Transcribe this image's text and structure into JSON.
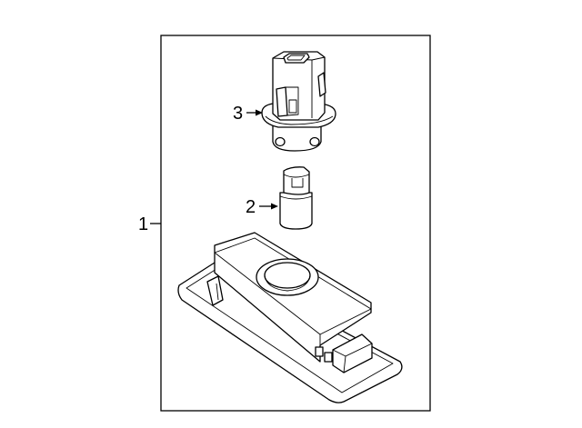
{
  "diagram": {
    "callouts": [
      {
        "id": "housing",
        "label": "1"
      },
      {
        "id": "bulb",
        "label": "2"
      },
      {
        "id": "socket",
        "label": "3"
      }
    ],
    "colors": {
      "line": "#000000",
      "background": "#ffffff"
    }
  }
}
